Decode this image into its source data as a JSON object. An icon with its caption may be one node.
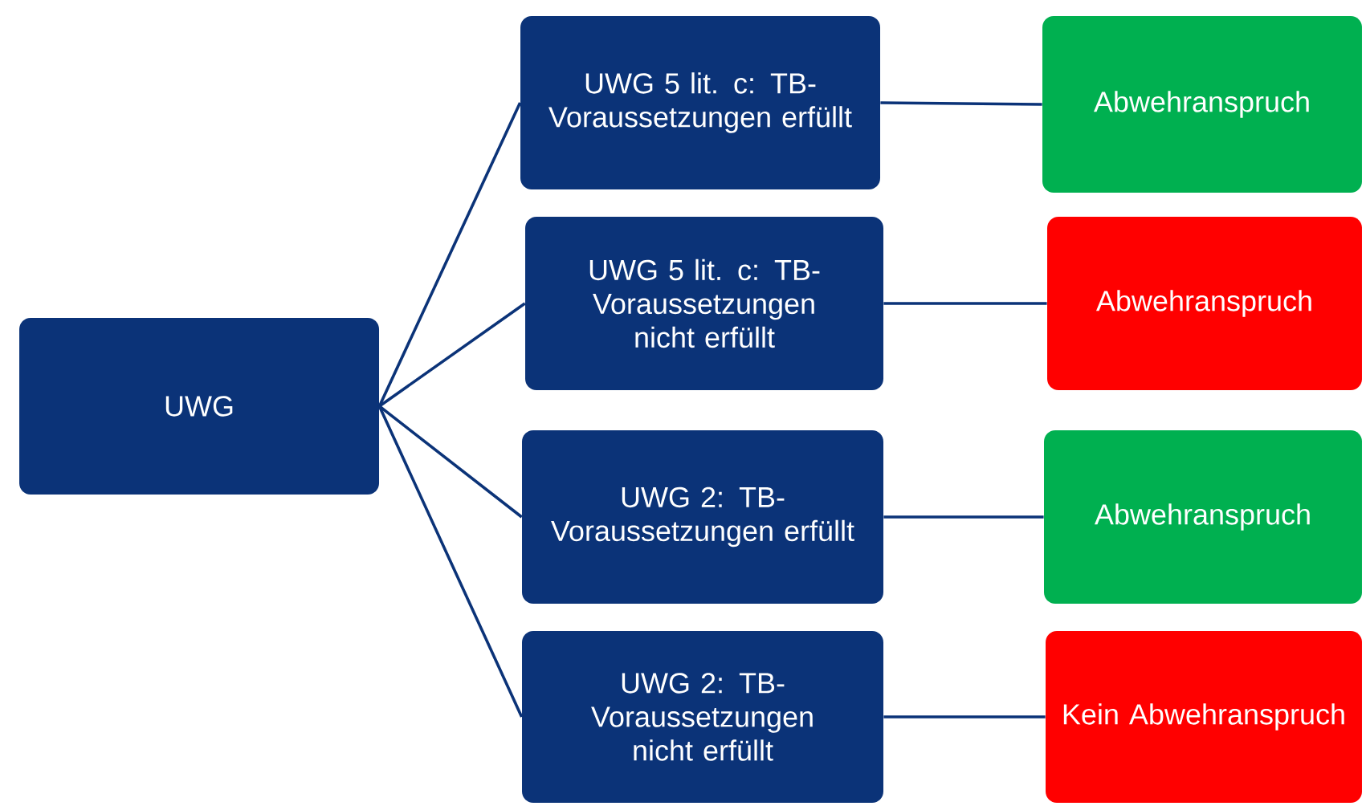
{
  "diagram": {
    "nodes": [
      {
        "text": [
          "UWG"
        ]
      },
      {
        "text": [
          "UWG 5 lit. c: TB-Voraussetzungen erfüllt"
        ]
      },
      {
        "text": [
          "UWG 5 lit. c: TB-Voraussetzungen nicht erfüllt"
        ]
      },
      {
        "text": [
          "UWG 2: TB-Voraussetzungen erfüllt"
        ]
      },
      {
        "text": [
          "UWG 2: TB-Voraussetzungen nicht erfüllt"
        ]
      },
      {
        "text": [
          "Abwehranspruch"
        ]
      },
      {
        "text": [
          "Abwehranspruch"
        ]
      },
      {
        "text": [
          "Abwehranspruch"
        ]
      },
      {
        "text": [
          "Kein Abwehranspruch"
        ]
      }
    ],
    "edges": [
      {
        "from": 0,
        "to": 1,
        "arrow": "none"
      },
      {
        "from": 0,
        "to": 2,
        "arrow": "none"
      },
      {
        "from": 0,
        "to": 3,
        "arrow": "none"
      },
      {
        "from": 0,
        "to": 4,
        "arrow": "none"
      },
      {
        "from": 1,
        "to": 5,
        "arrow": "none"
      },
      {
        "from": 2,
        "to": 6,
        "arrow": "none"
      },
      {
        "from": 3,
        "to": 7,
        "arrow": "none"
      },
      {
        "from": 4,
        "to": 8,
        "arrow": "none"
      }
    ]
  }
}
